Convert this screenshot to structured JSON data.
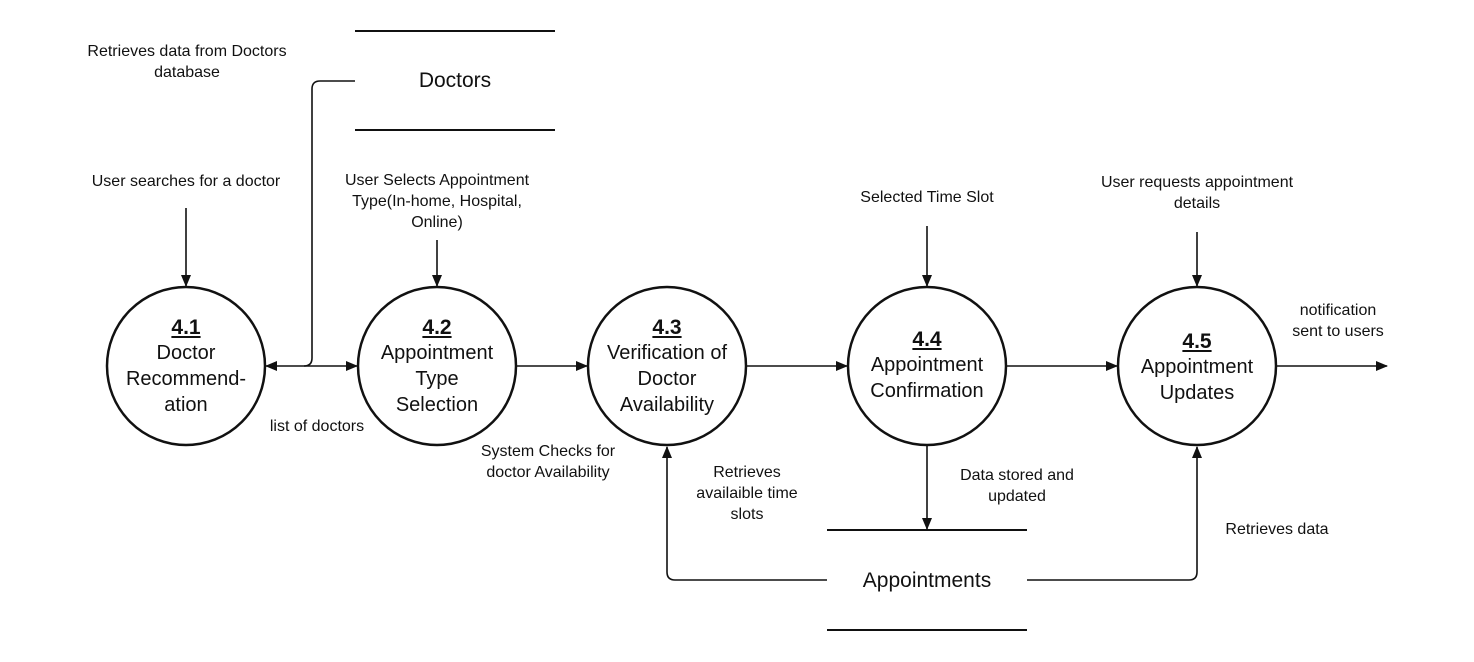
{
  "stores": {
    "doctors": "Doctors",
    "appointments": "Appointments"
  },
  "processes": [
    {
      "num": "4.1",
      "name": "Doctor\nRecommend-\nation"
    },
    {
      "num": "4.2",
      "name": "Appointment\nType\nSelection"
    },
    {
      "num": "4.3",
      "name": "Verification of\nDoctor\nAvailability"
    },
    {
      "num": "4.4",
      "name": "Appointment\nConfirmation"
    },
    {
      "num": "4.5",
      "name": "Appointment\nUpdates"
    }
  ],
  "flows": {
    "retrieves_doctors": "Retrieves data from Doctors\ndatabase",
    "user_searches": "User searches for a doctor",
    "list_of_doctors": "list of doctors",
    "user_selects_type": "User Selects Appointment\nType(In-home, Hospital,\nOnline)",
    "system_checks": "System Checks for\ndoctor Availability",
    "retrieves_slots": "Retrieves\navailaible time\nslots",
    "selected_slot": "Selected Time Slot",
    "data_stored": "Data stored and\nupdated",
    "user_requests": "User requests appointment\ndetails",
    "notification": "notification\nsent to users",
    "retrieves_data": "Retrieves data"
  }
}
